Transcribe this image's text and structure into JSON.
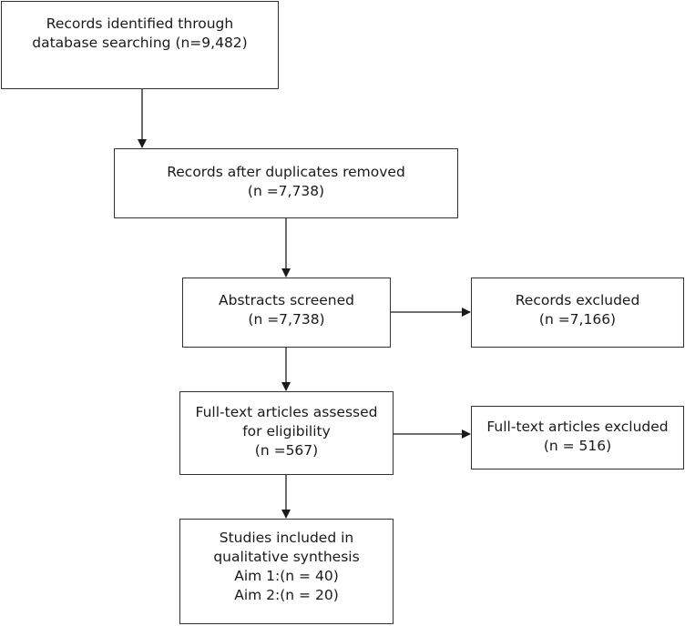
{
  "boxes": {
    "identified": {
      "lines": [
        "Records identified through",
        "database searching (n=9,482)"
      ]
    },
    "deduplicated": {
      "lines": [
        "Records after duplicates removed",
        "(n =7,738)"
      ]
    },
    "screened": {
      "lines": [
        "Abstracts screened",
        "(n =7,738)"
      ]
    },
    "screen_excluded": {
      "lines": [
        "Records excluded",
        "(n =7,166)"
      ]
    },
    "fulltext": {
      "lines": [
        "Full-text articles assessed",
        "for eligibility",
        "(n =567)"
      ]
    },
    "fulltext_excluded": {
      "lines": [
        "Full-text articles excluded",
        "(n = 516)"
      ]
    },
    "included": {
      "lines": [
        "Studies included in",
        "qualitative synthesis",
        "Aim 1:(n = 40)",
        "Aim 2:(n = 20)"
      ]
    }
  }
}
